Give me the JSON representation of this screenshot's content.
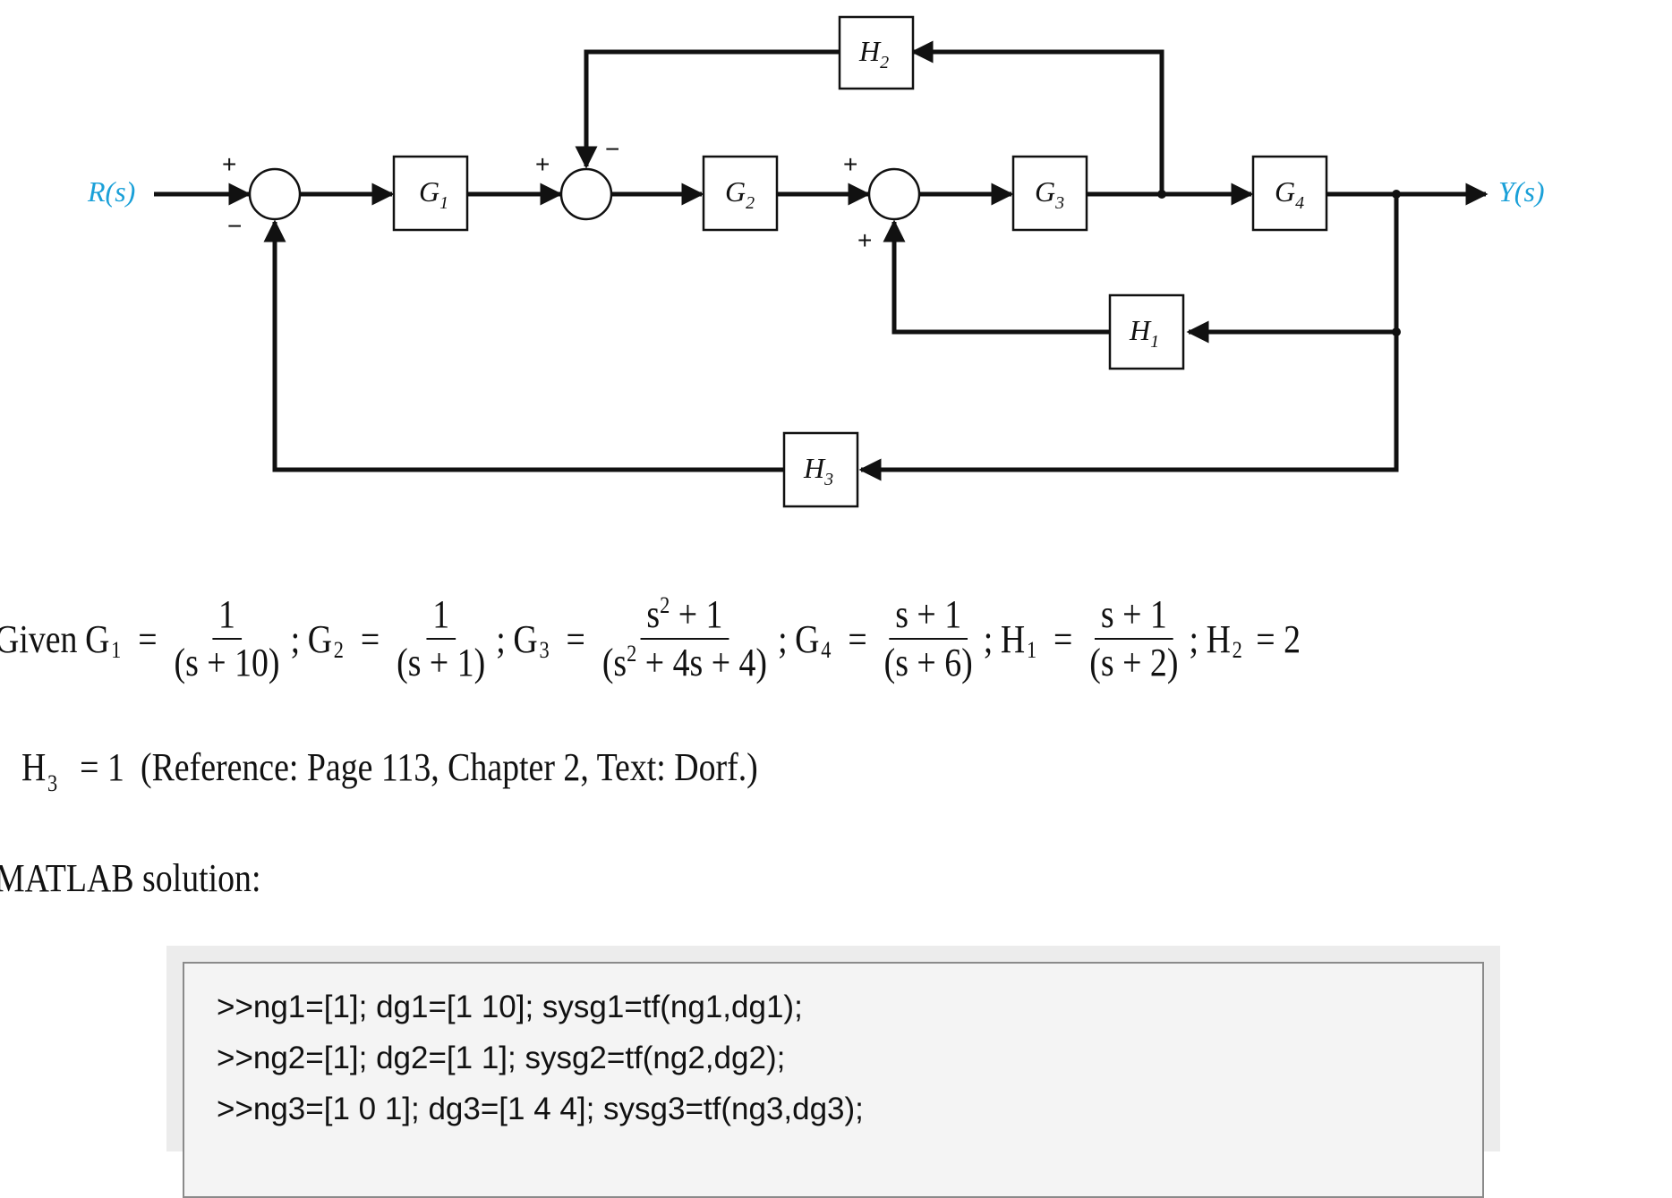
{
  "diagram": {
    "input_label": "R(s)",
    "output_label": "Y(s)",
    "blocks": [
      {
        "id": "G1",
        "letter": "G",
        "sub": "1"
      },
      {
        "id": "G2",
        "letter": "G",
        "sub": "2"
      },
      {
        "id": "G3",
        "letter": "G",
        "sub": "3"
      },
      {
        "id": "G4",
        "letter": "G",
        "sub": "4"
      },
      {
        "id": "H1",
        "letter": "H",
        "sub": "1"
      },
      {
        "id": "H2",
        "letter": "H",
        "sub": "2"
      },
      {
        "id": "H3",
        "letter": "H",
        "sub": "3"
      }
    ],
    "signs": {
      "sum1_top": "+",
      "sum1_bottom": "−",
      "sum2_left": "+",
      "sum2_top": "−",
      "sum3_left": "+",
      "sum3_bottom": "+"
    },
    "colors": {
      "line": "#111111",
      "io": "#1aa0d8"
    }
  },
  "equations": {
    "given": "Given",
    "g1": {
      "name": "G",
      "sub": "1",
      "num": "1",
      "den": "(s + 10)"
    },
    "g2": {
      "name": "G",
      "sub": "2",
      "num": "1",
      "den": "(s + 1)"
    },
    "g3": {
      "name": "G",
      "sub": "3",
      "num_base": "s",
      "num_exp": "2",
      "num_rest": " + 1",
      "den_pre": "(s",
      "den_exp": "2",
      "den_rest": " + 4s + 4)"
    },
    "g4": {
      "name": "G",
      "sub": "4",
      "num": "s + 1",
      "den": "(s + 6)"
    },
    "h1": {
      "name": "H",
      "sub": "1",
      "num": "s + 1",
      "den": "(s + 2)"
    },
    "h2": {
      "name": "H",
      "sub": "2",
      "value": "= 2"
    },
    "h3": {
      "name": "H",
      "sub": "3",
      "value": "= 1"
    },
    "reference": "(Reference: Page 113, Chapter 2, Text: Dorf.)"
  },
  "solution_heading": "MATLAB solution:",
  "code_lines": [
    ">>ng1=[1]; dg1=[1 10]; sysg1=tf(ng1,dg1);",
    ">>ng2=[1]; dg2=[1 1]; sysg2=tf(ng2,dg2);",
    ">>ng3=[1 0 1]; dg3=[1 4 4]; sysg3=tf(ng3,dg3);"
  ]
}
